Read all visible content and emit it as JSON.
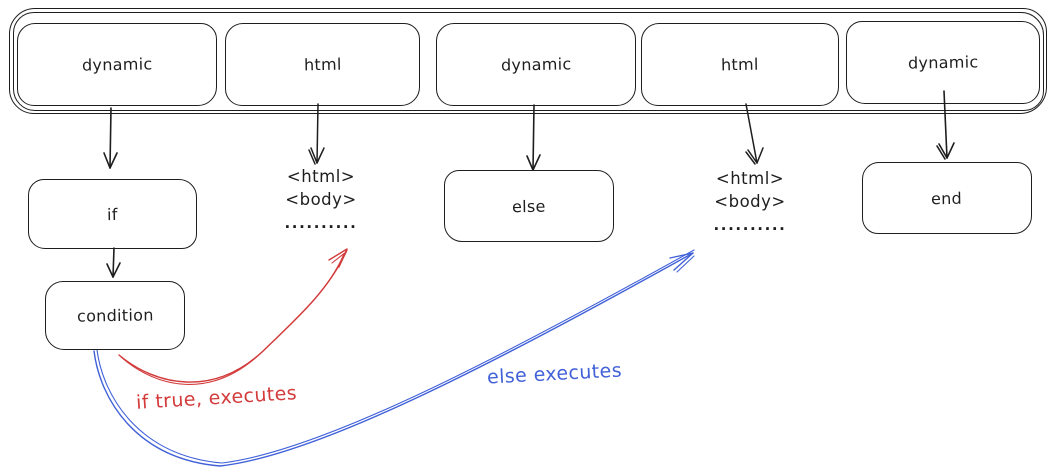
{
  "diagram": {
    "strip_boxes": [
      {
        "label": "dynamic"
      },
      {
        "label": "html"
      },
      {
        "label": "dynamic"
      },
      {
        "label": "html"
      },
      {
        "label": "dynamic"
      }
    ],
    "nodes": {
      "if_label": "if",
      "condition_label": "condition",
      "else_label": "else",
      "end_label": "end"
    },
    "code_blocks": [
      {
        "line1": "<html>",
        "line2": "<body>",
        "dots": ".........."
      },
      {
        "line1": "<html>",
        "line2": "<body>",
        "dots": ".........."
      }
    ],
    "annotations": {
      "true_branch": "if true, executes",
      "else_branch": "else executes"
    },
    "colors": {
      "stroke": "#1e1e1e",
      "true_branch": "#d33b3b",
      "else_branch": "#4161d8"
    }
  }
}
